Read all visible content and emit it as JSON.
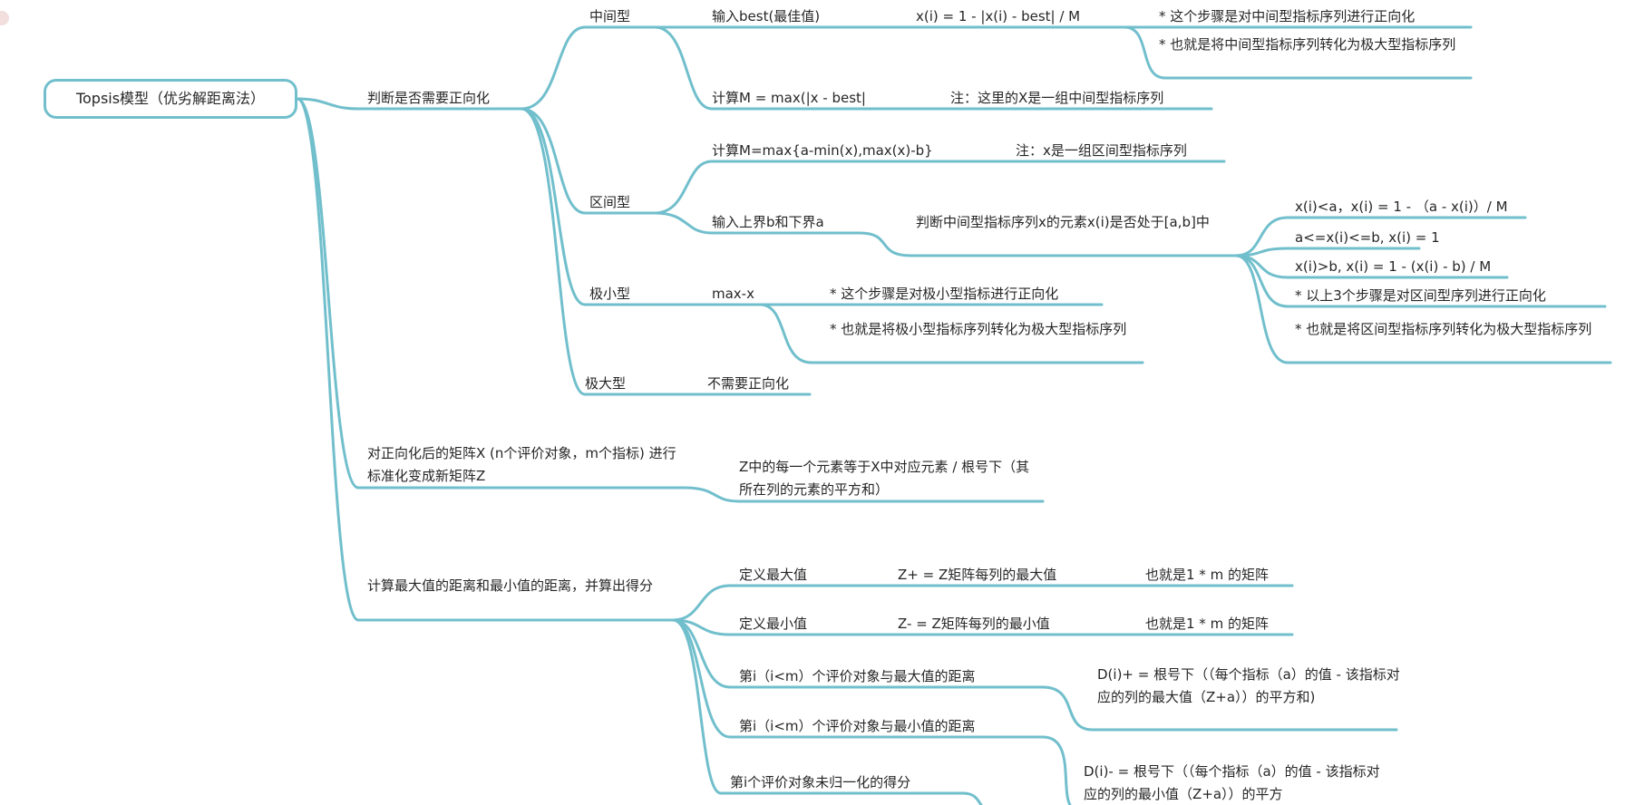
{
  "root": "Topsis模型（优劣解距离法）",
  "b1": {
    "label": "判断是否需要正向化",
    "mid": {
      "label": "中间型",
      "input": "输入best(最佳值)",
      "formula": "x(i) = 1 - |x(i) - best| / M",
      "note1": "* 这个步骤是对中间型指标序列进行正向化",
      "note2": "* 也就是将中间型指标序列转化为极大型指标序列",
      "calc": "计算M = max(|x - best|",
      "calc_note": "注：这里的X是一组中间型指标序列"
    },
    "interval": {
      "label": "区间型",
      "calc": "计算M=max{a-min(x),max(x)-b}",
      "calc_note": "注：x是一组区间型指标序列",
      "input": "输入上界b和下界a",
      "judge": "判断中间型指标序列x的元素x(i)是否处于[a,b]中",
      "c1": "x(i)<a，x(i) = 1 - （a - x(i)）/ M",
      "c2": "a<=x(i)<=b, x(i) = 1",
      "c3": "x(i)>b, x(i) = 1 - (x(i) - b) / M",
      "c4": "* 以上3个步骤是对区间型序列进行正向化",
      "c5": "* 也就是将区间型指标序列转化为极大型指标序列"
    },
    "min": {
      "label": "极小型",
      "op": "max-x",
      "note1": "* 这个步骤是对极小型指标进行正向化",
      "note2": "* 也就是将极小型指标序列转化为极大型指标序列"
    },
    "max": {
      "label": "极大型",
      "op": "不需要正向化"
    }
  },
  "b2": {
    "label": "对正向化后的矩阵X (n个评价对象，m个指标) 进行标准化变成新矩阵Z",
    "child": "Z中的每一个元素等于X中对应元素 / 根号下（其所在列的元素的平方和）"
  },
  "b3": {
    "label": "计算最大值的距离和最小值的距离，并算出得分",
    "defmax": "定义最大值",
    "zplus": "Z+ = Z矩阵每列的最大值",
    "zplus_note": "也就是1 * m 的矩阵",
    "defmin": "定义最小值",
    "zminus": "Z- = Z矩阵每列的最小值",
    "zminus_note": "也就是1 * m 的矩阵",
    "dist_max": "第i（i<m）个评价对象与最大值的距离",
    "dplus": "D(i)+ = 根号下（（每个指标（a）的值 - 该指标对应的列的最大值（Z+a））的平方和)",
    "dist_min": "第i（i<m）个评价对象与最小值的距离",
    "dminus": "D(i)- = 根号下（（每个指标（a）的值 - 该指标对应的列的最小值（Z+a））的平方",
    "score": "第i个评价对象未归一化的得分"
  },
  "colors": {
    "line": "#71bfcc"
  }
}
